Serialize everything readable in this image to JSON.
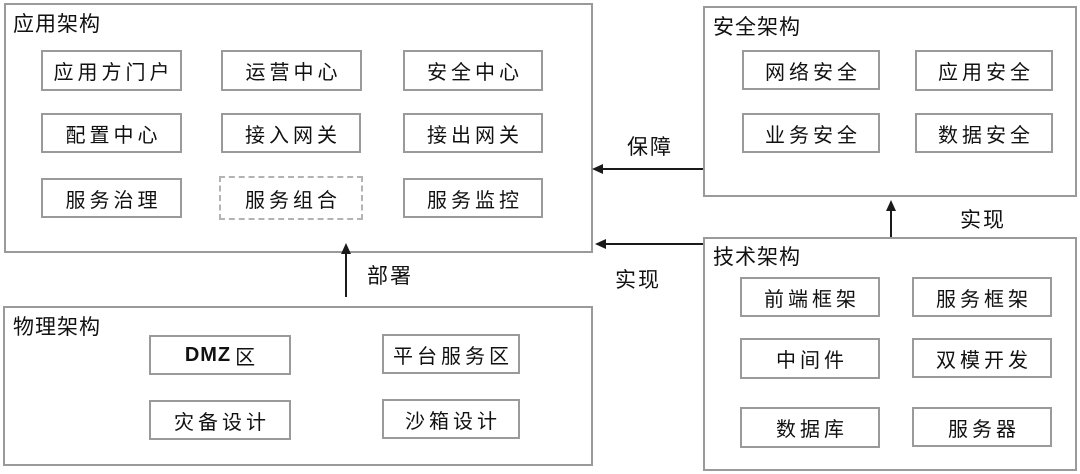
{
  "application": {
    "title": "应用架构",
    "boxes": [
      {
        "label": "应用方门户"
      },
      {
        "label": "运营中心"
      },
      {
        "label": "安全中心"
      },
      {
        "label": "配置中心"
      },
      {
        "label": "接入网关"
      },
      {
        "label": "接出网关"
      },
      {
        "label": "服务治理"
      },
      {
        "label": "服务组合"
      },
      {
        "label": "服务监控"
      }
    ]
  },
  "security": {
    "title": "安全架构",
    "boxes": [
      {
        "label": "网络安全"
      },
      {
        "label": "应用安全"
      },
      {
        "label": "业务安全"
      },
      {
        "label": "数据安全"
      }
    ]
  },
  "technology": {
    "title": "技术架构",
    "boxes": [
      {
        "label": "前端框架"
      },
      {
        "label": "服务框架"
      },
      {
        "label": "中间件"
      },
      {
        "label": "双模开发"
      },
      {
        "label": "数据库"
      },
      {
        "label": "服务器"
      }
    ]
  },
  "physical": {
    "title": "物理架构",
    "boxes": [
      {
        "label_latin": "DMZ",
        "label_cjk": "区"
      },
      {
        "label": "平台服务区"
      },
      {
        "label": "灾备设计"
      },
      {
        "label": "沙箱设计"
      }
    ]
  },
  "arrows": {
    "guarantee": {
      "label": "保障"
    },
    "realize_app": {
      "label": "实现"
    },
    "realize_security": {
      "label": "实现"
    },
    "deploy": {
      "label": "部署"
    }
  },
  "colors": {
    "container_border": "#9a9a9a",
    "box_border": "#9a9a9a",
    "dashed_box_border": "#b3b3b3",
    "text": "#111111",
    "arrow": "#1a1a1a",
    "background": "#ffffff"
  }
}
